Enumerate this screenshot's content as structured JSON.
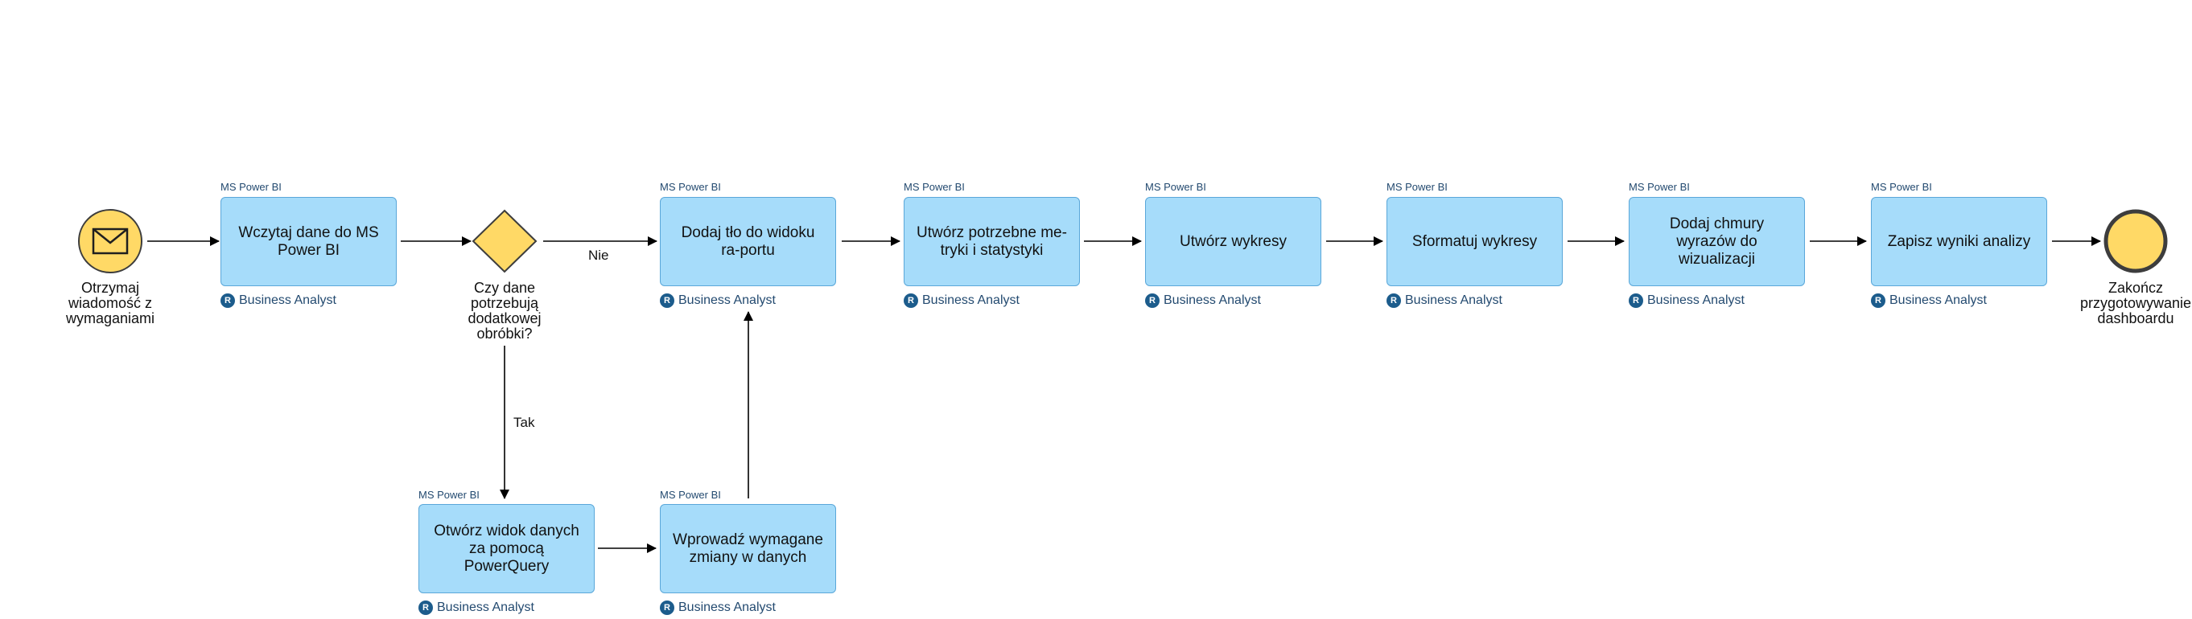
{
  "start_event": {
    "label": "Otrzymaj wiadomość z wymaganiami"
  },
  "end_event": {
    "label": "Zakończ przygotowywanie dashboardu"
  },
  "gateway": {
    "label": "Czy dane potrzebują dodatkowej obróbki?"
  },
  "flows": {
    "no_label": "Nie",
    "yes_label": "Tak"
  },
  "tasks": [
    {
      "name": "Wczytaj dane do MS Power BI",
      "system": "MS Power BI",
      "role": "Business Analyst"
    },
    {
      "name": "Dodaj tło do widoku ra-portu",
      "system": "MS Power BI",
      "role": "Business Analyst"
    },
    {
      "name": "Utwórz potrzebne me-tryki i statystyki",
      "system": "MS Power BI",
      "role": "Business Analyst"
    },
    {
      "name": "Utwórz wykresy",
      "system": "MS Power BI",
      "role": "Business Analyst"
    },
    {
      "name": "Sformatuj wykresy",
      "system": "MS Power BI",
      "role": "Business Analyst"
    },
    {
      "name": "Dodaj chmury wyrazów do wizualizacji",
      "system": "MS Power BI",
      "role": "Business Analyst"
    },
    {
      "name": "Zapisz wyniki analizy",
      "system": "MS Power BI",
      "role": "Business Analyst"
    },
    {
      "name": "Otwórz widok danych za pomocą PowerQuery",
      "system": "MS Power BI",
      "role": "Business Analyst"
    },
    {
      "name": "Wprowadź wymagane zmiany w danych",
      "system": "MS Power BI",
      "role": "Business Analyst"
    }
  ],
  "role_icon_letter": "R",
  "colors": {
    "task_fill": "#a6dcfa",
    "task_border": "#5aa7d9",
    "event_fill": "#ffd966",
    "event_border": "#3d3d3d",
    "gateway_fill": "#ffd966",
    "role_text": "#234a70"
  },
  "icons": {
    "start_event": "envelope-icon",
    "role": "role-badge-icon"
  }
}
